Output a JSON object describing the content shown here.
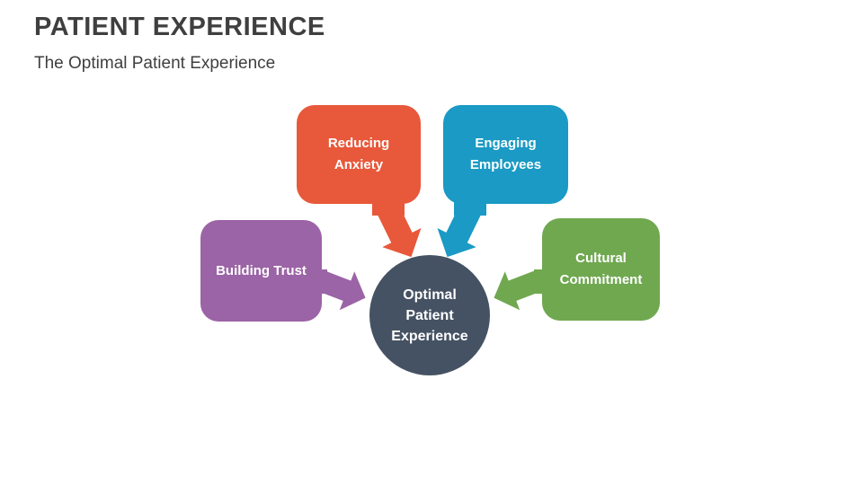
{
  "slide": {
    "title": "PATIENT EXPERIENCE",
    "subtitle": "The Optimal Patient Experience"
  },
  "colors": {
    "background": "#ffffff",
    "title_text": "#3f3f3f",
    "label_text": "#ffffff"
  },
  "diagram": {
    "center": {
      "label": "Optimal\nPatient\nExperience",
      "color": "#455263"
    },
    "nodes": {
      "reducing": {
        "label": "Reducing\nAnxiety",
        "color": "#e8583a"
      },
      "engaging": {
        "label": "Engaging\nEmployees",
        "color": "#1a9ac4"
      },
      "building": {
        "label": "Building Trust",
        "color": "#9b64a6"
      },
      "cultural": {
        "label": "Cultural\nCommitment",
        "color": "#70a850"
      }
    }
  }
}
